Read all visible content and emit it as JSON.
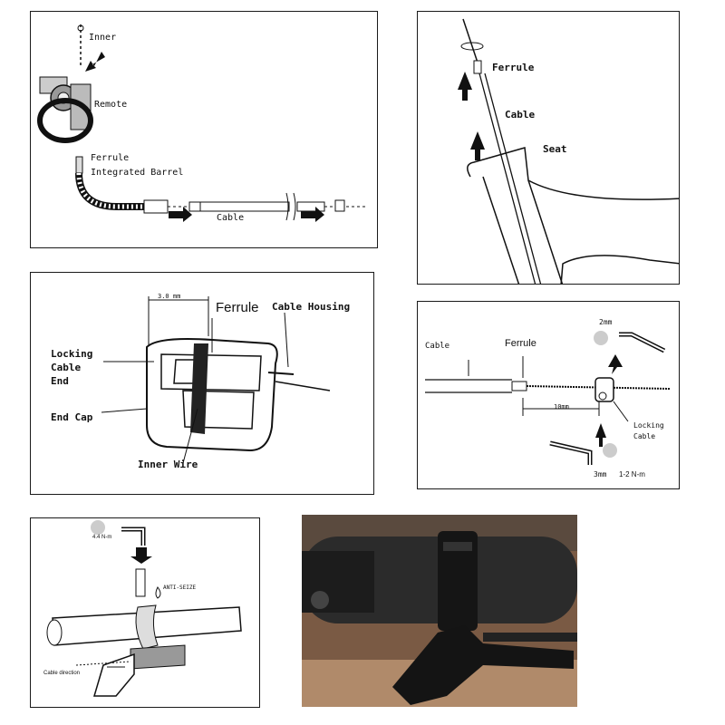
{
  "panel1": {
    "inner": "Inner",
    "remote": "Remote",
    "ferrule": "Ferrule",
    "integrated_barrel": "Integrated Barrel",
    "cable": "Cable"
  },
  "panel2": {
    "ferrule": "Ferrule",
    "cable": "Cable",
    "seat": "Seat"
  },
  "panel3": {
    "dimension": "3.0 mm",
    "ferrule": "Ferrule",
    "cable_housing": "Cable Housing",
    "locking_cable_end": [
      "Locking",
      "Cable",
      "End"
    ],
    "end_cap": "End Cap",
    "inner_wire": "Inner Wire"
  },
  "panel4": {
    "cable": "Cable",
    "ferrule": "Ferrule",
    "top_tool": "2mm",
    "dimension": "10mm",
    "locking_cable": [
      "Locking",
      "Cable"
    ],
    "bottom_tool": "3mm",
    "torque": "1-2 N-m"
  },
  "panel5": {
    "torque": "4.4 N-m",
    "anti_seize": "ANTI-SEIZE",
    "cable_direction": "Cable direction"
  },
  "colors": {
    "ink": "#111111",
    "photo_bg": "#7a5a44",
    "bar": "#2b2b2b"
  }
}
